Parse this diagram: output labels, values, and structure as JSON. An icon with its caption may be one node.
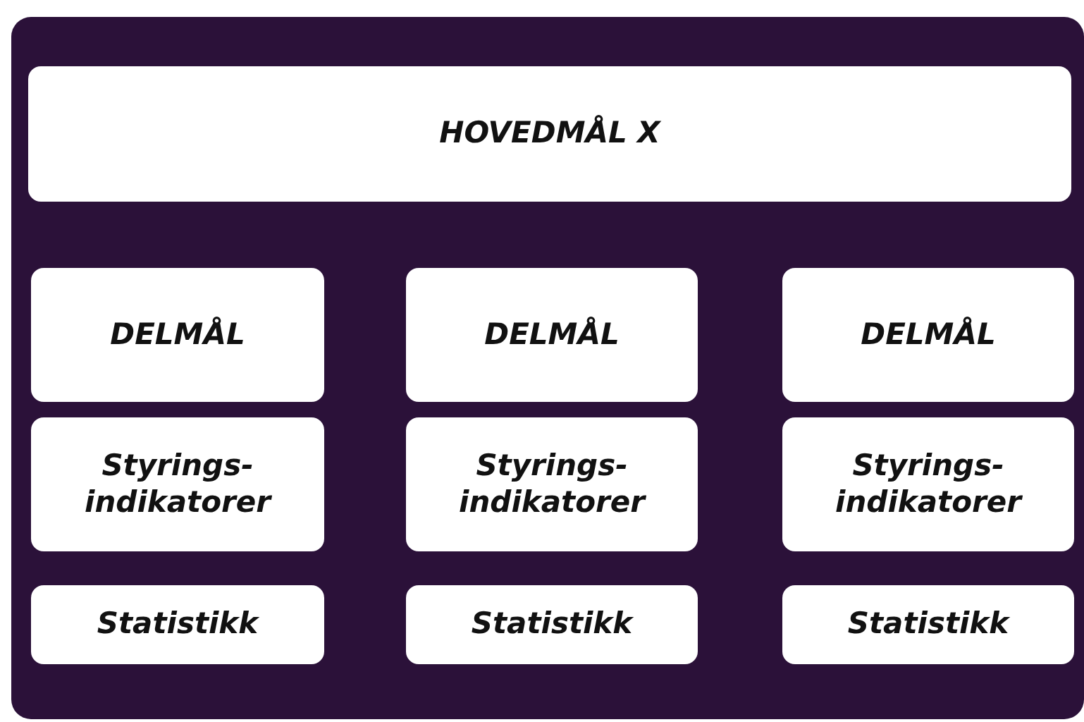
{
  "diagram": {
    "nodes": [
      {
        "text": [],
        "shape": "box"
      },
      {
        "text": [
          "HOVEDMÅL X"
        ],
        "in": 0
      },
      {
        "text": [
          "DELMÅL"
        ],
        "in": 0
      },
      {
        "text": [
          "DELMÅL"
        ],
        "in": 0
      },
      {
        "text": [
          "DELMÅL"
        ],
        "in": 0
      },
      {
        "text": [
          "Styrings- indikatorer"
        ],
        "in": 0
      },
      {
        "text": [
          "Styrings- indikatorer"
        ],
        "in": 0
      },
      {
        "text": [
          "Styrings- indikatorer"
        ],
        "in": 0
      },
      {
        "text": [
          "Statistikk"
        ],
        "in": 0
      },
      {
        "text": [
          "Statistikk"
        ],
        "in": 0
      },
      {
        "text": [
          "Statistikk"
        ],
        "in": 0
      }
    ]
  }
}
